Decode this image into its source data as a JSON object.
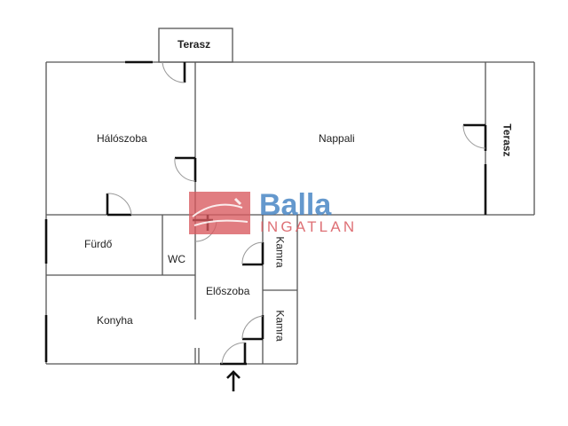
{
  "floorplan": {
    "rooms": [
      {
        "id": "halo",
        "label": "Hálószoba"
      },
      {
        "id": "nappali",
        "label": "Nappali"
      },
      {
        "id": "terasz_top",
        "label": "Terasz"
      },
      {
        "id": "terasz_right",
        "label": "Terasz"
      },
      {
        "id": "furdo",
        "label": "Fürdő"
      },
      {
        "id": "wc",
        "label": "WC"
      },
      {
        "id": "konyha",
        "label": "Konyha"
      },
      {
        "id": "eloszoba",
        "label": "Előszoba"
      },
      {
        "id": "kamra1",
        "label": "Kamra"
      },
      {
        "id": "kamra2",
        "label": "Kamra"
      }
    ],
    "entrance_icon": "arrow-up-icon"
  },
  "watermark": {
    "brand": "Balla",
    "sub": "INGATLAN",
    "brand_color": "#4a87c5",
    "accent_color": "#d9585e",
    "icon": "house-roof-icon"
  },
  "colors": {
    "wall": "#555555",
    "thick_wall": "#111111",
    "door_arc": "#999999"
  }
}
